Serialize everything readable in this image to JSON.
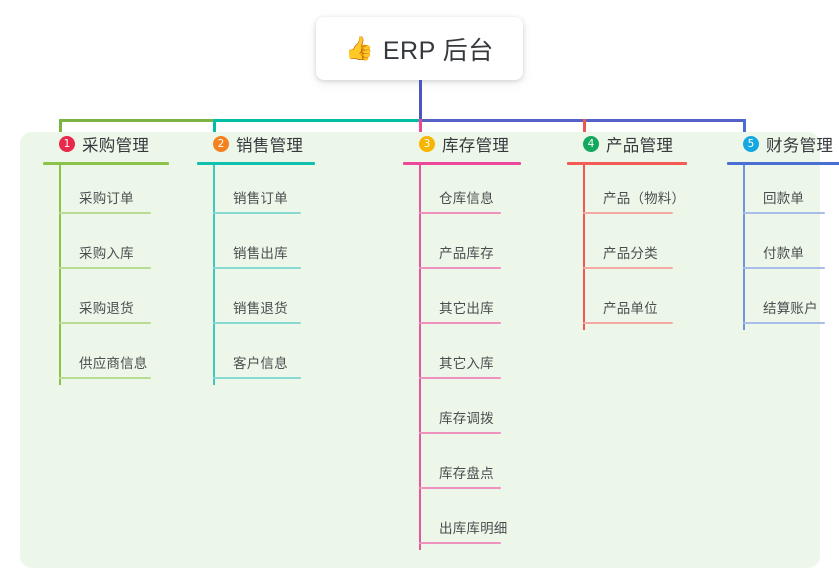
{
  "root": {
    "icon": "thumbs-up-icon",
    "icon_glyph": "👍",
    "title": "ERP 后台"
  },
  "panel": {
    "background": "#edf7e9"
  },
  "connector": {
    "stem_color": "#4a56c0",
    "bus_segments": [
      {
        "name": "green",
        "color": "#7cb342"
      },
      {
        "name": "teal",
        "color": "#00bfa5"
      },
      {
        "name": "indigo",
        "color": "#5561c4"
      }
    ],
    "drops": [
      {
        "name": "drop-purchasing",
        "color": "#7cb342"
      },
      {
        "name": "drop-sales",
        "color": "#00bfa5"
      },
      {
        "name": "drop-inventory",
        "color": "#ec4899"
      },
      {
        "name": "drop-product",
        "color": "#f1564f"
      },
      {
        "name": "drop-finance",
        "color": "#4a6fd4"
      }
    ]
  },
  "columns": [
    {
      "id": "purchasing",
      "number": "1",
      "title": "采购管理",
      "badge_color": "#e8294a",
      "rule_color": "#8bc34a",
      "spine_color": "#8bc34a",
      "underline_color": "#b8dd92",
      "items": [
        "采购订单",
        "采购入库",
        "采购退货",
        "供应商信息"
      ]
    },
    {
      "id": "sales",
      "number": "2",
      "title": "销售管理",
      "badge_color": "#f4811f",
      "rule_color": "#12c0b0",
      "spine_color": "#3fc8bb",
      "underline_color": "#87d9d1",
      "items": [
        "销售订单",
        "销售出库",
        "销售退货",
        "客户信息"
      ]
    },
    {
      "id": "inventory",
      "number": "3",
      "title": "库存管理",
      "badge_color": "#f7b500",
      "rule_color": "#ec4899",
      "spine_color": "#e8569e",
      "underline_color": "#f092bf",
      "items": [
        "仓库信息",
        "产品库存",
        "其它出库",
        "其它入库",
        "库存调拨",
        "库存盘点",
        "出库库明细"
      ]
    },
    {
      "id": "product",
      "number": "4",
      "title": "产品管理",
      "badge_color": "#13a85b",
      "rule_color": "#f45b55",
      "spine_color": "#f1564f",
      "underline_color": "#f5a9a4",
      "items": [
        "产品（物料）",
        "产品分类",
        "产品单位"
      ]
    },
    {
      "id": "finance",
      "number": "5",
      "title": "财务管理",
      "badge_color": "#15a7e0",
      "rule_color": "#4a6fd4",
      "spine_color": "#7593dd",
      "underline_color": "#a9bdeb",
      "items": [
        "回款单",
        "付款单",
        "结算账户"
      ]
    }
  ]
}
